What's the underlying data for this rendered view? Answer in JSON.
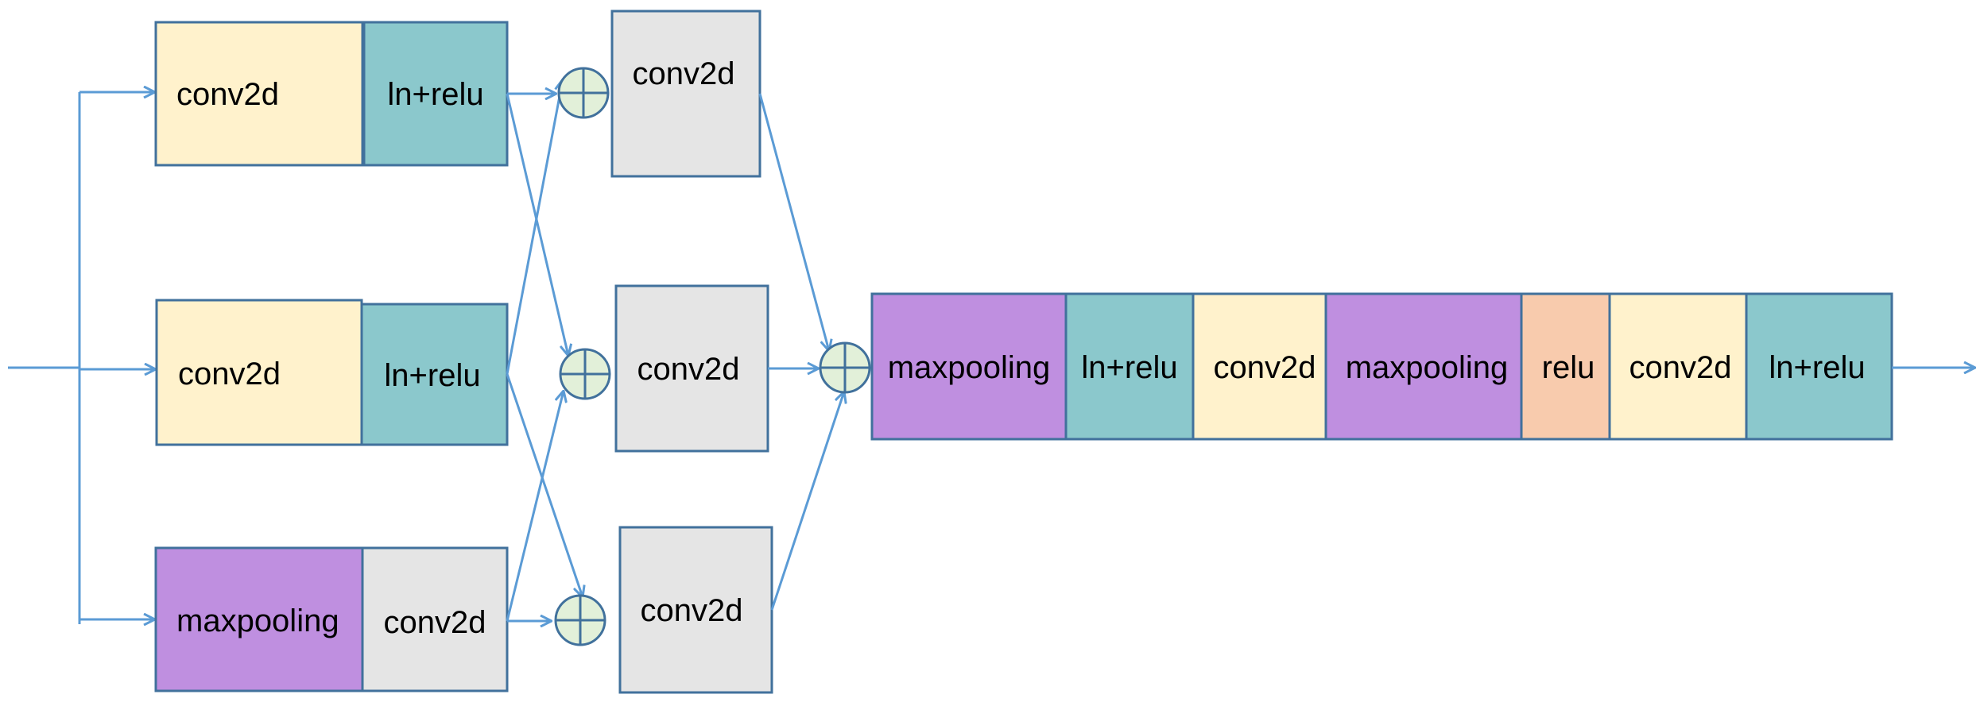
{
  "colors": {
    "conv2d_yellow": "#fff2cc",
    "ln_relu_teal": "#8bc8cc",
    "maxpooling_purple": "#bf8fe0",
    "conv2d_gray": "#e5e5e5",
    "relu_orange": "#f8cbad",
    "sum_node": "#e2f0d9",
    "stroke": "#41719c",
    "arrow": "#5b9bd5"
  },
  "nodes": {
    "b1_conv": "conv2d",
    "b1_lnrelu": "ln+relu",
    "b2_conv": "conv2d",
    "b2_lnrelu": "ln+relu",
    "b3_maxpool": "maxpooling",
    "b3_conv": "conv2d",
    "mid1_conv": "conv2d",
    "mid2_conv": "conv2d",
    "mid3_conv": "conv2d",
    "out_maxpool1": "maxpooling",
    "out_lnrelu1": "ln+relu",
    "out_conv1": "conv2d",
    "out_maxpool2": "maxpooling",
    "out_relu": "relu",
    "out_conv2": "conv2d",
    "out_lnrelu2": "ln+relu"
  }
}
